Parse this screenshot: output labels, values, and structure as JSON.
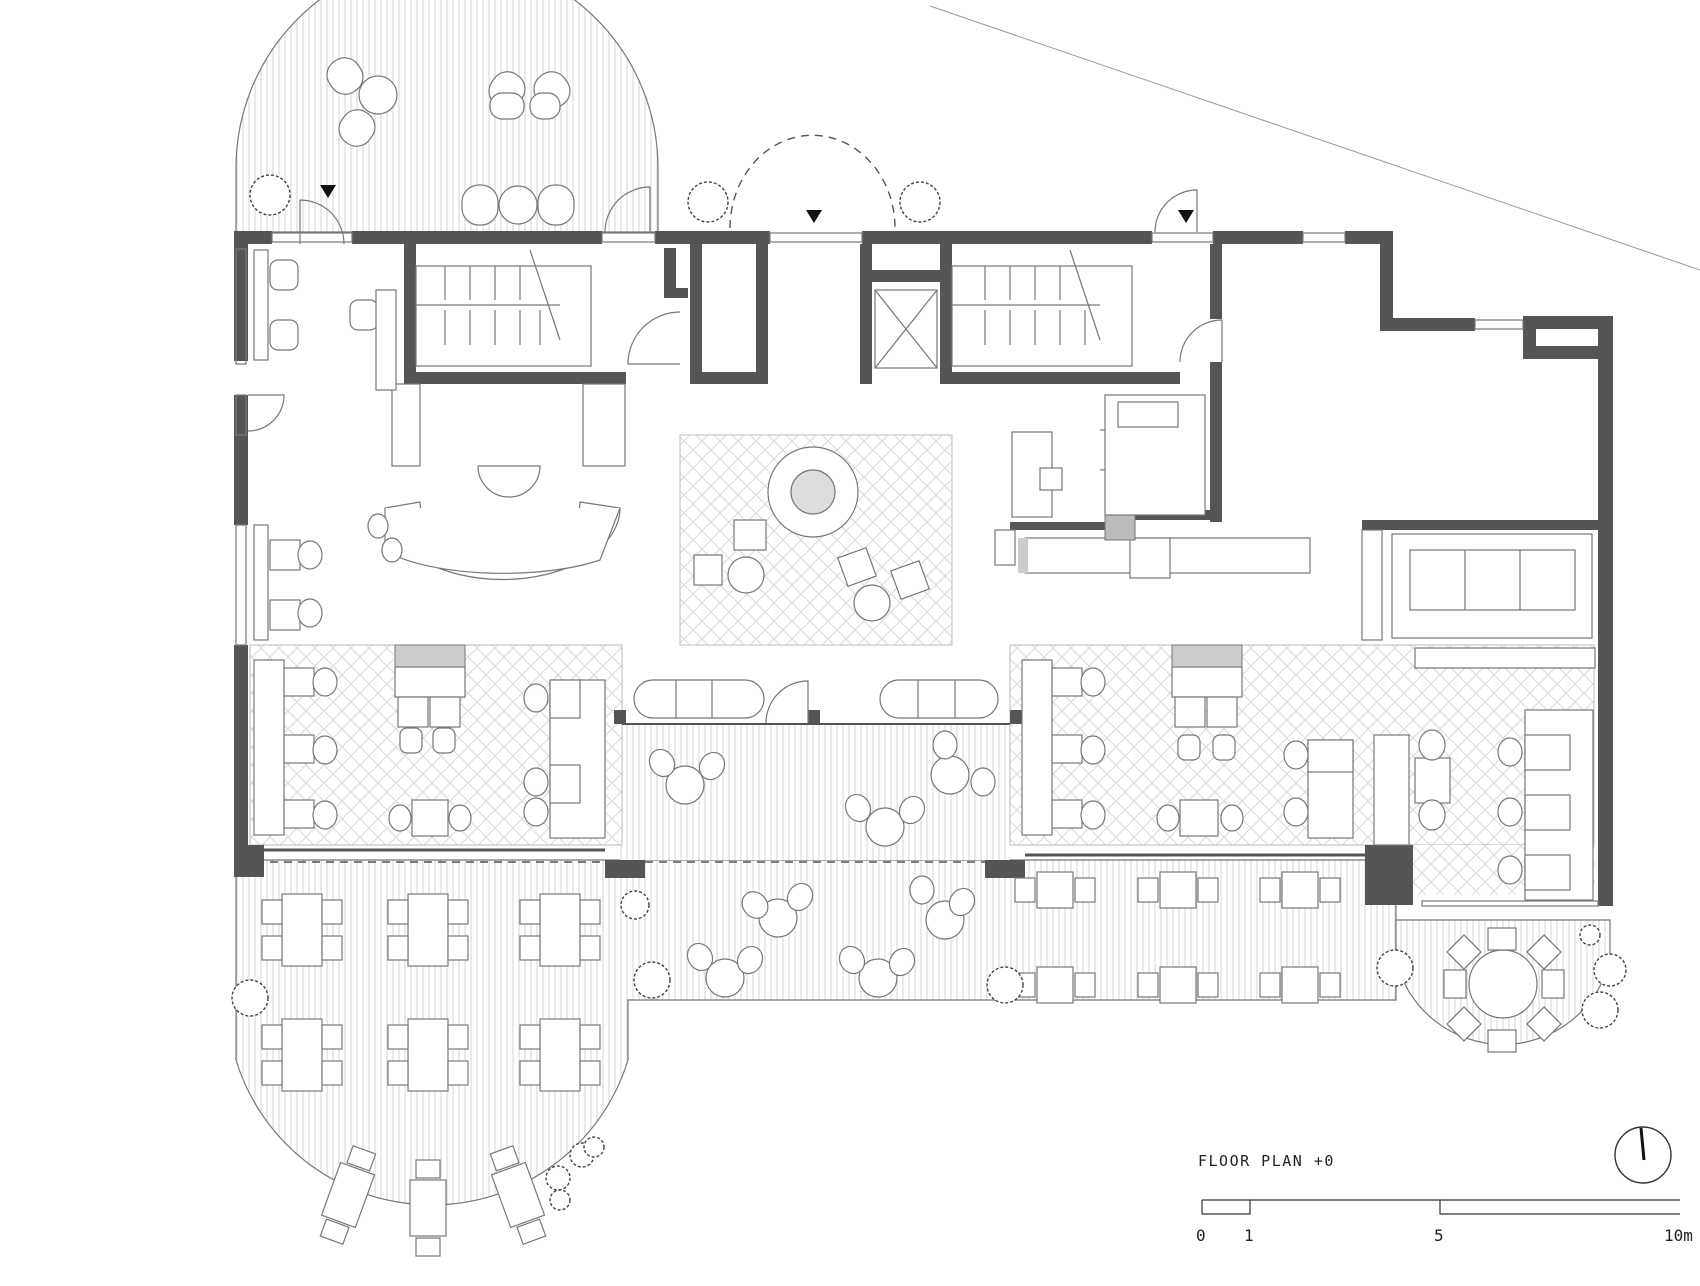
{
  "drawing": {
    "title": "FLOOR PLAN +0",
    "scale_bar": {
      "tick_labels": [
        "0",
        "1",
        "5",
        "10m"
      ],
      "tick_values_m": [
        0,
        1,
        5,
        10
      ]
    },
    "north_arrow": "north-arrow-icon",
    "colors": {
      "wall": "#555555",
      "line": "#777777",
      "hatch": "#dddddd",
      "background": "#ffffff"
    }
  }
}
